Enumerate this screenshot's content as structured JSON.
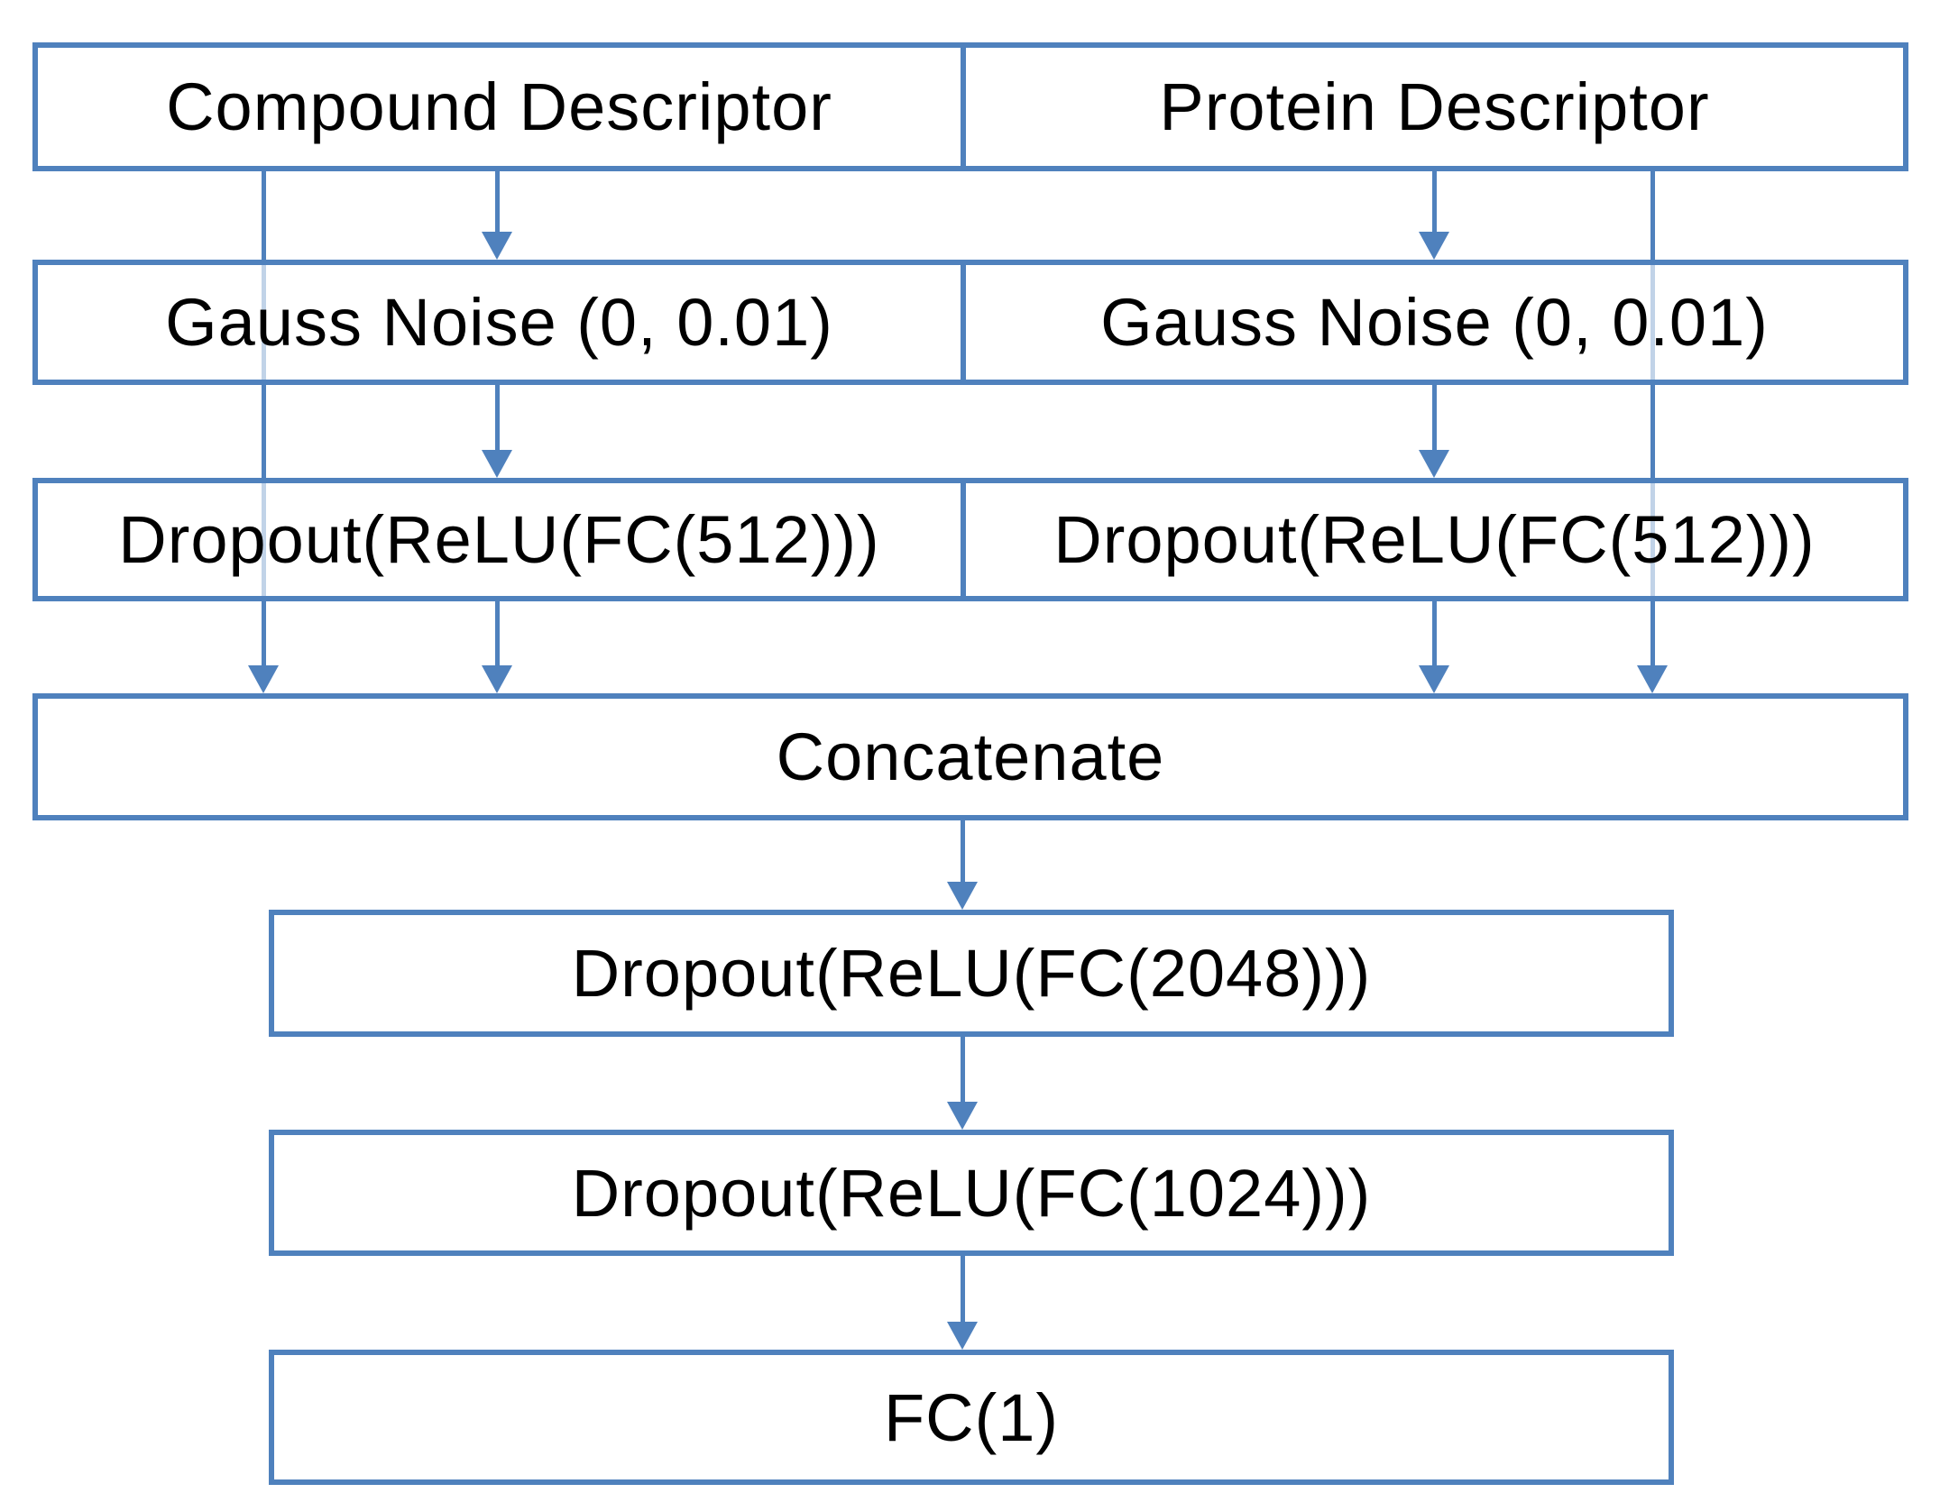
{
  "colors": {
    "accent": "#4f81bd",
    "background": "#ffffff",
    "text": "#000000"
  },
  "diagram": {
    "type": "neural-network-architecture-flowchart",
    "boxes": {
      "compound": "Compound Descriptor",
      "protein": "Protein Descriptor",
      "gauss_left": "Gauss Noise (0, 0.01)",
      "gauss_right": "Gauss Noise (0, 0.01)",
      "dropout512_left": "Dropout(ReLU(FC(512)))",
      "dropout512_right": "Dropout(ReLU(FC(512)))",
      "concatenate": "Concatenate",
      "dropout2048": "Dropout(ReLU(FC(2048)))",
      "dropout1024": "Dropout(ReLU(FC(1024)))",
      "fc1": "FC(1)"
    },
    "edges": [
      {
        "from": "compound",
        "to": "gauss_left",
        "type": "arrow"
      },
      {
        "from": "gauss_left",
        "to": "dropout512_left",
        "type": "arrow"
      },
      {
        "from": "dropout512_left",
        "to": "concatenate",
        "type": "arrow"
      },
      {
        "from": "compound",
        "to": "concatenate",
        "type": "skip-arrow"
      },
      {
        "from": "protein",
        "to": "gauss_right",
        "type": "arrow"
      },
      {
        "from": "gauss_right",
        "to": "dropout512_right",
        "type": "arrow"
      },
      {
        "from": "dropout512_right",
        "to": "concatenate",
        "type": "arrow"
      },
      {
        "from": "protein",
        "to": "concatenate",
        "type": "skip-arrow"
      },
      {
        "from": "concatenate",
        "to": "dropout2048",
        "type": "arrow"
      },
      {
        "from": "dropout2048",
        "to": "dropout1024",
        "type": "arrow"
      },
      {
        "from": "dropout1024",
        "to": "fc1",
        "type": "arrow"
      }
    ]
  }
}
